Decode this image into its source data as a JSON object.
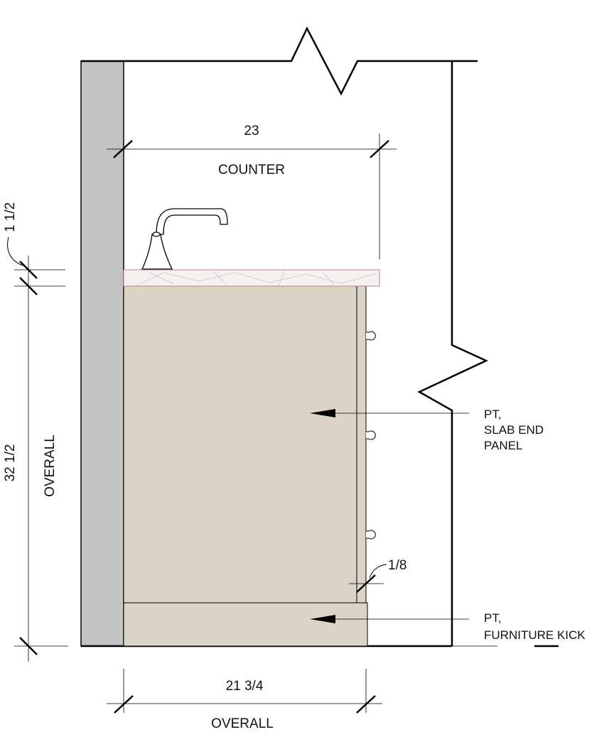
{
  "colors": {
    "wall": "#c3c3c4",
    "cabinet": "#dbd3c6",
    "countertop": "#f4f2f0",
    "countertop_edge": "#c77a86",
    "marble_vein": "#c4c4c4",
    "line": "#000000"
  },
  "dimensions": {
    "counter_depth": {
      "value": "23",
      "label": "COUNTER"
    },
    "counter_thickness": {
      "value": "1 1/2"
    },
    "overall_height": {
      "value": "32 1/2",
      "label": "OVERALL"
    },
    "overall_depth": {
      "value": "21 3/4",
      "label": "OVERALL"
    },
    "reveal": {
      "value": "1/8"
    }
  },
  "callouts": {
    "slab_end_panel": [
      "PT,",
      "SLAB END",
      "PANEL"
    ],
    "furniture_kick": [
      "PT,",
      "FURNITURE KICK"
    ]
  },
  "icons": {
    "faucet": "faucet-icon",
    "knob": "drawer-knob-icon",
    "break": "break-line-icon"
  }
}
